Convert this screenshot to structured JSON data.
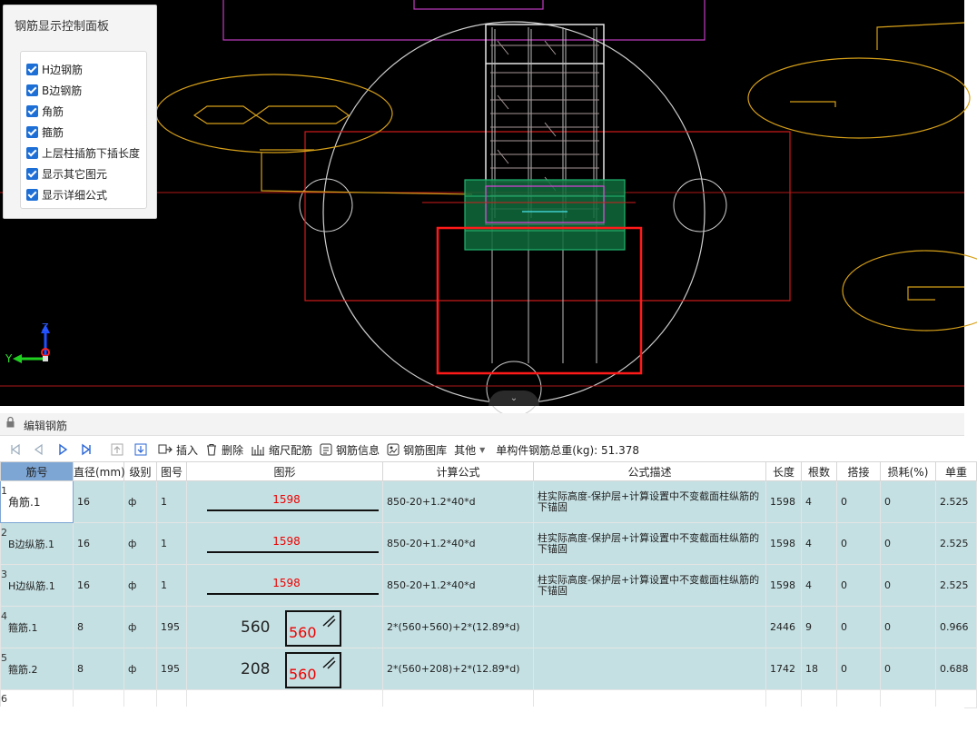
{
  "control_panel": {
    "title": "钢筋显示控制面板",
    "items": [
      {
        "label": "H边钢筋",
        "checked": true
      },
      {
        "label": "B边钢筋",
        "checked": true
      },
      {
        "label": "角筋",
        "checked": true
      },
      {
        "label": "箍筋",
        "checked": true
      },
      {
        "label": "上层柱插筋下插长度",
        "checked": true
      },
      {
        "label": "显示其它图元",
        "checked": true
      },
      {
        "label": "显示详细公式",
        "checked": true
      }
    ]
  },
  "axis": {
    "z": "Z",
    "y": "Y"
  },
  "editor": {
    "title": "编辑钢筋",
    "toolbar": {
      "insert": "插入",
      "delete": "删除",
      "scale_rebar": "缩尺配筋",
      "rebar_info": "钢筋信息",
      "rebar_library": "钢筋图库",
      "other": "其他",
      "total_weight": "单构件钢筋总重(kg): 51.378"
    },
    "columns": [
      "筋号",
      "直径(mm)",
      "级别",
      "图号",
      "图形",
      "计算公式",
      "公式描述",
      "长度",
      "根数",
      "搭接",
      "损耗(%)",
      "单重"
    ],
    "rows": [
      {
        "num": "1",
        "name": "角筋.1",
        "dia": "16",
        "grade": "ф",
        "fig": "1",
        "shape": "line",
        "shape_len": "1598",
        "shape_left": "",
        "formula": "850-20+1.2*40*d",
        "desc": "柱实际高度-保护层+计算设置中不变截面柱纵筋的下锚固",
        "length": "1598",
        "count": "4",
        "lap": "0",
        "loss": "0",
        "weight": "2.525"
      },
      {
        "num": "2",
        "name": "B边纵筋.1",
        "dia": "16",
        "grade": "ф",
        "fig": "1",
        "shape": "line",
        "shape_len": "1598",
        "shape_left": "",
        "formula": "850-20+1.2*40*d",
        "desc": "柱实际高度-保护层+计算设置中不变截面柱纵筋的下锚固",
        "length": "1598",
        "count": "4",
        "lap": "0",
        "loss": "0",
        "weight": "2.525"
      },
      {
        "num": "3",
        "name": "H边纵筋.1",
        "dia": "16",
        "grade": "ф",
        "fig": "1",
        "shape": "line",
        "shape_len": "1598",
        "shape_left": "",
        "formula": "850-20+1.2*40*d",
        "desc": "柱实际高度-保护层+计算设置中不变截面柱纵筋的下锚固",
        "length": "1598",
        "count": "4",
        "lap": "0",
        "loss": "0",
        "weight": "2.525"
      },
      {
        "num": "4",
        "name": "箍筋.1",
        "dia": "8",
        "grade": "ф",
        "fig": "195",
        "shape": "box",
        "shape_len": "560",
        "shape_left": "560",
        "formula": "2*(560+560)+2*(12.89*d)",
        "desc": "",
        "length": "2446",
        "count": "9",
        "lap": "0",
        "loss": "0",
        "weight": "0.966"
      },
      {
        "num": "5",
        "name": "箍筋.2",
        "dia": "8",
        "grade": "ф",
        "fig": "195",
        "shape": "box",
        "shape_len": "560",
        "shape_left": "208",
        "formula": "2*(560+208)+2*(12.89*d)",
        "desc": "",
        "length": "1742",
        "count": "18",
        "lap": "0",
        "loss": "0",
        "weight": "0.688"
      }
    ],
    "empty_row_num": "6"
  },
  "colors": {
    "selected_header": "#7ea6d4",
    "row_bg": "#c5e0e3",
    "checkbox": "#1d6fd6"
  }
}
